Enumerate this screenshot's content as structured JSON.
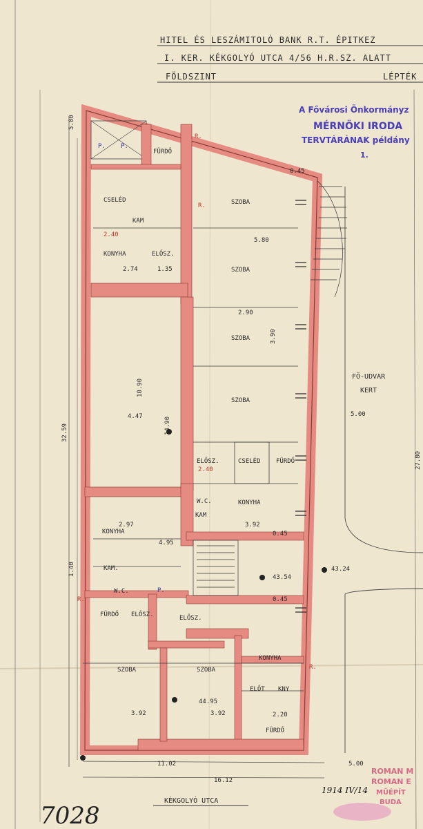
{
  "title": {
    "line1": "HITEL ÉS LESZÁMITOLÓ BANK R.T. ÉPITKEZ",
    "line2": "I. KER. KÉKGOLYÓ UTCA 4/56 H.R.SZ. ALATT",
    "line3": "FÖLDSZINT",
    "scale": "LÉPTÉK"
  },
  "stamp": {
    "line1": "A Fővárosi Önkormányz",
    "line2": "MÉRNÖKI IRODA",
    "line3": "TERVTÁRÁNAK példány",
    "line4": "1."
  },
  "rooms": {
    "furdo_top": "FÜRDŐ",
    "cseled_top": "CSELÉD",
    "kamra_top": "KAM",
    "konyha_top": "KONYHA",
    "eloszoba_top": "ELŐSZ.",
    "szoba_1": "SZOBA",
    "szoba_2": "SZOBA",
    "szoba_3": "SZOBA",
    "szoba_4": "SZOBA",
    "elosz_mid": "ELŐSZ.",
    "cseled_mid": "CSELÉD",
    "furdo_mid": "FÜRDŐ",
    "wc_mid": "W.C.",
    "kamra_mid": "KAM",
    "konyha_mid": "KONYHA",
    "konyha_left": "KONYHA",
    "kam_left": "KAM.",
    "wc_left": "W.C.",
    "furdo_left": "FÜRDŐ",
    "elosz_left": "ELŐSZ.",
    "elosz_low": "ELŐSZ.",
    "konyha_right": "KONYHA",
    "szoba_bl": "SZOBA",
    "szoba_bm": "SZOBA",
    "elot": "ELŐT",
    "kny": "KNY",
    "furdo_br": "FÜRDŐ"
  },
  "courtyard": {
    "line1": "FŐ-UDVAR",
    "line2": "KERT"
  },
  "street": "KÉKGOLYÓ UTCA",
  "dimensions": {
    "d_500_top": "5.00",
    "d_3259": "32.59",
    "d_2780": "27.80",
    "d_447": "4.47",
    "d_1090": "10.90",
    "d_1490": "14.90",
    "d_274": "2.74",
    "d_135": "1.35",
    "d_297": "2.97",
    "d_495": "4.95",
    "d_392a": "3.92",
    "d_392b": "3.92",
    "d_392c": "3.92",
    "d_4495": "44.95",
    "d_4354": "43.54",
    "d_4324": "43.24",
    "d_500_yard": "5.00",
    "d_500_bottom": "5.00",
    "d_1102": "11.02",
    "d_1612": "16.12",
    "d_240a": "2.40",
    "d_240b": "2.40",
    "d_045a": "0.45",
    "d_045b": "0.45",
    "d_045c": "0.45",
    "d_140": "1.40",
    "d_220": "2.20",
    "d_580": "5.80",
    "d_390": "3.90",
    "d_290": "2.90"
  },
  "markers": {
    "r": "R.",
    "p": "P."
  },
  "sheet_number": "7028",
  "date": "1914 IV/14",
  "approval_stamp": {
    "line1": "ROMAN M",
    "line2": "ROMAN E",
    "line3": "MŰÉPÍT",
    "line4": "BUDA"
  }
}
